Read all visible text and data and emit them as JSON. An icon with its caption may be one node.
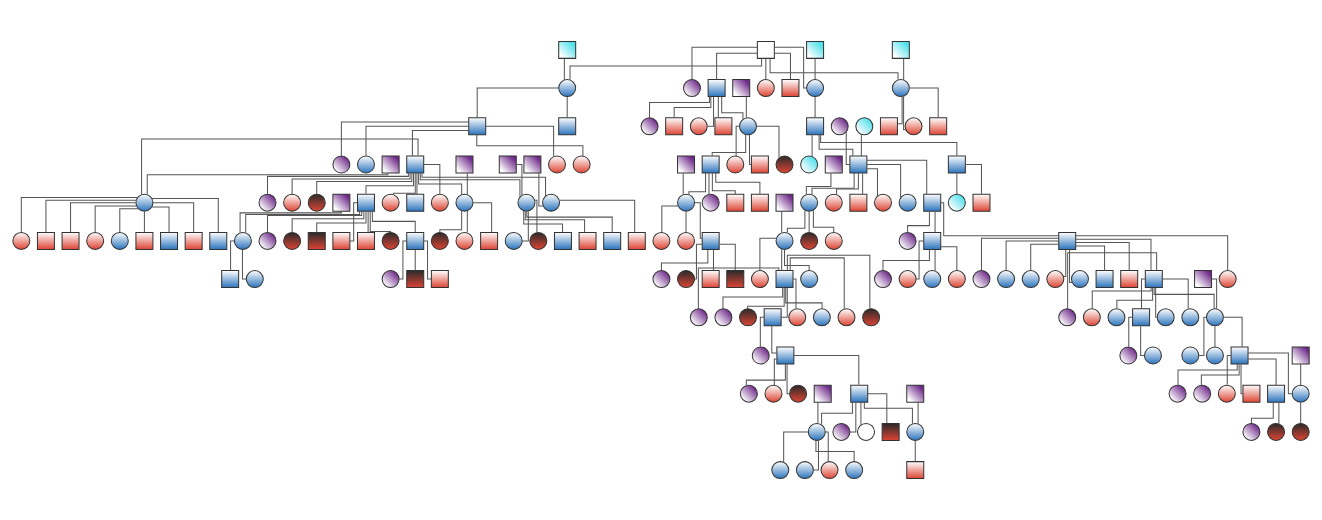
{
  "diagram": {
    "nodes": [
      {
        "text": [],
        "shape": "box"
      },
      {
        "text": [],
        "shape": "circle"
      },
      {
        "text": [],
        "shape": "box"
      },
      {
        "text": [],
        "shape": "circle"
      },
      {
        "text": [],
        "shape": "box"
      },
      {
        "text": [],
        "shape": "circle"
      },
      {
        "text": [],
        "shape": "circle"
      },
      {
        "text": [],
        "shape": "box"
      },
      {
        "text": [],
        "shape": "circle"
      },
      {
        "text": [],
        "shape": "box"
      },
      {
        "text": [],
        "shape": "circle"
      },
      {
        "text": [],
        "shape": "box"
      },
      {
        "text": [],
        "shape": "box"
      },
      {
        "text": [],
        "shape": "circle"
      },
      {
        "text": [],
        "shape": "box"
      },
      {
        "text": [],
        "shape": "box"
      },
      {
        "text": [],
        "shape": "box"
      },
      {
        "text": [],
        "shape": "circle"
      },
      {
        "text": [],
        "shape": "circle"
      },
      {
        "text": [],
        "shape": "box"
      },
      {
        "text": [],
        "shape": "box"
      },
      {
        "text": [],
        "shape": "circle"
      },
      {
        "text": [],
        "shape": "box"
      },
      {
        "text": [],
        "shape": "circle"
      },
      {
        "text": [],
        "shape": "box"
      },
      {
        "text": [],
        "shape": "circle"
      },
      {
        "text": [],
        "shape": "box"
      },
      {
        "text": [],
        "shape": "circle"
      },
      {
        "text": [],
        "shape": "circle"
      },
      {
        "text": [],
        "shape": "circle"
      },
      {
        "text": [],
        "shape": "box"
      },
      {
        "text": [],
        "shape": "circle"
      },
      {
        "text": [],
        "shape": "circle"
      },
      {
        "text": [],
        "shape": "box"
      },
      {
        "text": [],
        "shape": "circle"
      },
      {
        "text": [],
        "shape": "circle"
      },
      {
        "text": [],
        "shape": "circle"
      },
      {
        "text": [],
        "shape": "box"
      },
      {
        "text": [],
        "shape": "box"
      },
      {
        "text": [],
        "shape": "circle"
      },
      {
        "text": [],
        "shape": "circle"
      },
      {
        "text": [],
        "shape": "circle"
      },
      {
        "text": [],
        "shape": "box"
      },
      {
        "text": [],
        "shape": "circle"
      },
      {
        "text": [],
        "shape": "box"
      },
      {
        "text": [],
        "shape": "circle"
      },
      {
        "text": [],
        "shape": "circle"
      },
      {
        "text": [],
        "shape": "box"
      },
      {
        "text": [],
        "shape": "circle"
      },
      {
        "text": [],
        "shape": "box"
      },
      {
        "text": [],
        "shape": "circle"
      },
      {
        "text": [],
        "shape": "box"
      },
      {
        "text": [],
        "shape": "circle"
      },
      {
        "text": [],
        "shape": "box"
      },
      {
        "text": [],
        "shape": "circle"
      },
      {
        "text": [],
        "shape": "box"
      },
      {
        "text": [],
        "shape": "circle"
      },
      {
        "text": [],
        "shape": "box"
      },
      {
        "text": [],
        "shape": "box"
      },
      {
        "text": [],
        "shape": "box"
      },
      {
        "text": [],
        "shape": "circle"
      },
      {
        "text": [],
        "shape": "circle"
      },
      {
        "text": [],
        "shape": "box"
      },
      {
        "text": [],
        "shape": "circle"
      },
      {
        "text": [],
        "shape": "circle"
      },
      {
        "text": [],
        "shape": "box"
      },
      {
        "text": [],
        "shape": "circle"
      },
      {
        "text": [],
        "shape": "box"
      },
      {
        "text": [],
        "shape": "circle"
      },
      {
        "text": [],
        "shape": "box"
      },
      {
        "text": [],
        "shape": "box"
      },
      {
        "text": [],
        "shape": "circle"
      },
      {
        "text": [],
        "shape": "circle"
      },
      {
        "text": [],
        "shape": "box"
      },
      {
        "text": [],
        "shape": "box"
      },
      {
        "text": [],
        "shape": "box"
      },
      {
        "text": [],
        "shape": "box"
      },
      {
        "text": [],
        "shape": "box"
      },
      {
        "text": [],
        "shape": "circle"
      },
      {
        "text": [],
        "shape": "circle"
      },
      {
        "text": [],
        "shape": "box"
      },
      {
        "text": [],
        "shape": "box"
      },
      {
        "text": [],
        "shape": "box"
      },
      {
        "text": [],
        "shape": "circle"
      },
      {
        "text": [],
        "shape": "box"
      },
      {
        "text": [],
        "shape": "circle"
      },
      {
        "text": [],
        "shape": "circle"
      },
      {
        "text": [],
        "shape": "circle"
      },
      {
        "text": [],
        "shape": "box"
      },
      {
        "text": [],
        "shape": "circle"
      },
      {
        "text": [],
        "shape": "circle"
      },
      {
        "text": [],
        "shape": "box"
      },
      {
        "text": [],
        "shape": "box"
      },
      {
        "text": [],
        "shape": "box"
      },
      {
        "text": [],
        "shape": "box"
      },
      {
        "text": [],
        "shape": "circle"
      },
      {
        "text": [],
        "shape": "circle"
      },
      {
        "text": [],
        "shape": "box"
      },
      {
        "text": [],
        "shape": "circle"
      },
      {
        "text": [],
        "shape": "box"
      },
      {
        "text": [],
        "shape": "circle"
      },
      {
        "text": [],
        "shape": "circle"
      },
      {
        "text": [],
        "shape": "circle"
      },
      {
        "text": [],
        "shape": "box"
      },
      {
        "text": [],
        "shape": "circle"
      },
      {
        "text": [],
        "shape": "box"
      },
      {
        "text": [],
        "shape": "circle"
      },
      {
        "text": [],
        "shape": "box"
      },
      {
        "text": [],
        "shape": "circle"
      },
      {
        "text": [],
        "shape": "box"
      },
      {
        "text": [],
        "shape": "box"
      },
      {
        "text": [],
        "shape": "circle"
      },
      {
        "text": [],
        "shape": "box"
      },
      {
        "text": [],
        "shape": "box"
      },
      {
        "text": [],
        "shape": "circle"
      },
      {
        "text": [],
        "shape": "box"
      },
      {
        "text": [],
        "shape": "circle"
      },
      {
        "text": [],
        "shape": "circle"
      },
      {
        "text": [],
        "shape": "circle"
      },
      {
        "text": [],
        "shape": "circle"
      },
      {
        "text": [],
        "shape": "circle"
      },
      {
        "text": [],
        "shape": "circle"
      },
      {
        "text": [],
        "shape": "circle"
      },
      {
        "text": [],
        "shape": "circle"
      },
      {
        "text": [],
        "shape": "circle"
      },
      {
        "text": [],
        "shape": "circle"
      },
      {
        "text": [],
        "shape": "box"
      },
      {
        "text": [],
        "shape": "box"
      },
      {
        "text": [],
        "shape": "box"
      },
      {
        "text": [],
        "shape": "circle"
      },
      {
        "text": [],
        "shape": "circle"
      },
      {
        "text": [],
        "shape": "circle"
      },
      {
        "text": [],
        "shape": "box"
      },
      {
        "text": [],
        "shape": "circle"
      },
      {
        "text": [],
        "shape": "circle"
      },
      {
        "text": [],
        "shape": "circle"
      },
      {
        "text": [],
        "shape": "circle"
      },
      {
        "text": [],
        "shape": "circle"
      },
      {
        "text": [],
        "shape": "circle"
      },
      {
        "text": [],
        "shape": "circle"
      },
      {
        "text": [],
        "shape": "box"
      },
      {
        "text": [],
        "shape": "circle"
      },
      {
        "text": [],
        "shape": "box"
      },
      {
        "text": [],
        "shape": "circle"
      },
      {
        "text": [],
        "shape": "circle"
      },
      {
        "text": [],
        "shape": "circle"
      },
      {
        "text": [],
        "shape": "box"
      },
      {
        "text": [],
        "shape": "circle"
      },
      {
        "text": [],
        "shape": "circle"
      },
      {
        "text": [],
        "shape": "circle"
      },
      {
        "text": [],
        "shape": "circle"
      },
      {
        "text": [],
        "shape": "box"
      },
      {
        "text": [],
        "shape": "circle"
      },
      {
        "text": [],
        "shape": "circle"
      },
      {
        "text": [],
        "shape": "circle"
      },
      {
        "text": [],
        "shape": "circle"
      },
      {
        "text": [],
        "shape": "box"
      },
      {
        "text": [],
        "shape": "circle"
      },
      {
        "text": [],
        "shape": "circle"
      },
      {
        "text": [],
        "shape": "box"
      },
      {
        "text": [],
        "shape": "box"
      },
      {
        "text": [],
        "shape": "circle"
      },
      {
        "text": [],
        "shape": "box"
      },
      {
        "text": [],
        "shape": "circle"
      },
      {
        "text": [],
        "shape": "box"
      },
      {
        "text": [],
        "shape": "circle"
      },
      {
        "text": [],
        "shape": "box"
      },
      {
        "text": [],
        "shape": "circle"
      },
      {
        "text": [],
        "shape": "circle"
      },
      {
        "text": [],
        "shape": "box"
      },
      {
        "text": [],
        "shape": "circle"
      },
      {
        "text": [],
        "shape": "circle"
      },
      {
        "text": [],
        "shape": "circle"
      },
      {
        "text": [],
        "shape": "circle"
      },
      {
        "text": [],
        "shape": "circle"
      },
      {
        "text": [],
        "shape": "circle"
      },
      {
        "text": [],
        "shape": "box"
      }
    ],
    "edges": [
      {
        "from": 0,
        "to": 1,
        "arrow": "none"
      },
      {
        "from": 0,
        "to": 3,
        "arrow": "none"
      },
      {
        "from": 0,
        "to": 4,
        "arrow": "none"
      },
      {
        "from": 0,
        "to": 6,
        "arrow": "none"
      },
      {
        "from": 0,
        "to": 8,
        "arrow": "none"
      },
      {
        "from": 0,
        "to": 10,
        "arrow": "none"
      },
      {
        "from": 0,
        "to": 11,
        "arrow": "none"
      },
      {
        "from": 2,
        "to": 3,
        "arrow": "none"
      },
      {
        "from": 4,
        "to": 5,
        "arrow": "none"
      },
      {
        "from": 7,
        "to": 8,
        "arrow": "none"
      },
      {
        "from": 9,
        "to": 10,
        "arrow": "none"
      },
      {
        "from": 3,
        "to": 12,
        "arrow": "none"
      },
      {
        "from": 3,
        "to": 14,
        "arrow": "none"
      },
      {
        "from": 4,
        "to": 15,
        "arrow": "none"
      },
      {
        "from": 4,
        "to": 17,
        "arrow": "none"
      },
      {
        "from": 4,
        "to": 18,
        "arrow": "none"
      },
      {
        "from": 4,
        "to": 19,
        "arrow": "none"
      },
      {
        "from": 8,
        "to": 20,
        "arrow": "none"
      },
      {
        "from": 10,
        "to": 22,
        "arrow": "none"
      },
      {
        "from": 10,
        "to": 23,
        "arrow": "none"
      },
      {
        "from": 10,
        "to": 24,
        "arrow": "none"
      },
      {
        "from": 12,
        "to": 13,
        "arrow": "none"
      },
      {
        "from": 16,
        "to": 17,
        "arrow": "none"
      },
      {
        "from": 20,
        "to": 21,
        "arrow": "none"
      },
      {
        "from": 12,
        "to": 25,
        "arrow": "none"
      },
      {
        "from": 12,
        "to": 26,
        "arrow": "none"
      },
      {
        "from": 12,
        "to": 28,
        "arrow": "none"
      },
      {
        "from": 12,
        "to": 29,
        "arrow": "none"
      },
      {
        "from": 17,
        "to": 30,
        "arrow": "none"
      },
      {
        "from": 17,
        "to": 32,
        "arrow": "none"
      },
      {
        "from": 17,
        "to": 33,
        "arrow": "none"
      },
      {
        "from": 17,
        "to": 34,
        "arrow": "none"
      },
      {
        "from": 20,
        "to": 37,
        "arrow": "none"
      },
      {
        "from": 20,
        "to": 38,
        "arrow": "none"
      },
      {
        "from": 26,
        "to": 27,
        "arrow": "none"
      },
      {
        "from": 30,
        "to": 31,
        "arrow": "none"
      },
      {
        "from": 35,
        "to": 37,
        "arrow": "none"
      },
      {
        "from": 36,
        "to": 37,
        "arrow": "none"
      },
      {
        "from": 38,
        "to": 39,
        "arrow": "none"
      },
      {
        "from": 26,
        "to": 40,
        "arrow": "none"
      },
      {
        "from": 26,
        "to": 41,
        "arrow": "none"
      },
      {
        "from": 26,
        "to": 43,
        "arrow": "none"
      },
      {
        "from": 26,
        "to": 44,
        "arrow": "none"
      },
      {
        "from": 26,
        "to": 46,
        "arrow": "none"
      },
      {
        "from": 26,
        "to": 48,
        "arrow": "none"
      },
      {
        "from": 26,
        "to": 49,
        "arrow": "none"
      },
      {
        "from": 26,
        "to": 50,
        "arrow": "none"
      },
      {
        "from": 26,
        "to": 52,
        "arrow": "none"
      },
      {
        "from": 26,
        "to": 54,
        "arrow": "none"
      },
      {
        "from": 30,
        "to": 56,
        "arrow": "none"
      },
      {
        "from": 30,
        "to": 57,
        "arrow": "none"
      },
      {
        "from": 30,
        "to": 58,
        "arrow": "none"
      },
      {
        "from": 37,
        "to": 60,
        "arrow": "none"
      },
      {
        "from": 37,
        "to": 61,
        "arrow": "none"
      },
      {
        "from": 37,
        "to": 62,
        "arrow": "none"
      },
      {
        "from": 37,
        "to": 63,
        "arrow": "none"
      },
      {
        "from": 37,
        "to": 64,
        "arrow": "none"
      },
      {
        "from": 37,
        "to": 65,
        "arrow": "none"
      },
      {
        "from": 38,
        "to": 67,
        "arrow": "none"
      },
      {
        "from": 42,
        "to": 43,
        "arrow": "none"
      },
      {
        "from": 44,
        "to": 45,
        "arrow": "none"
      },
      {
        "from": 47,
        "to": 48,
        "arrow": "none"
      },
      {
        "from": 51,
        "to": 52,
        "arrow": "none"
      },
      {
        "from": 53,
        "to": 54,
        "arrow": "none"
      },
      {
        "from": 55,
        "to": 56,
        "arrow": "none"
      },
      {
        "from": 59,
        "to": 60,
        "arrow": "none"
      },
      {
        "from": 65,
        "to": 66,
        "arrow": "none"
      },
      {
        "from": 43,
        "to": 68,
        "arrow": "none"
      },
      {
        "from": 43,
        "to": 69,
        "arrow": "none"
      },
      {
        "from": 43,
        "to": 70,
        "arrow": "none"
      },
      {
        "from": 43,
        "to": 71,
        "arrow": "none"
      },
      {
        "from": 43,
        "to": 72,
        "arrow": "none"
      },
      {
        "from": 43,
        "to": 73,
        "arrow": "none"
      },
      {
        "from": 43,
        "to": 74,
        "arrow": "none"
      },
      {
        "from": 43,
        "to": 75,
        "arrow": "none"
      },
      {
        "from": 43,
        "to": 76,
        "arrow": "none"
      },
      {
        "from": 44,
        "to": 78,
        "arrow": "none"
      },
      {
        "from": 44,
        "to": 79,
        "arrow": "none"
      },
      {
        "from": 44,
        "to": 80,
        "arrow": "none"
      },
      {
        "from": 44,
        "to": 81,
        "arrow": "none"
      },
      {
        "from": 44,
        "to": 82,
        "arrow": "none"
      },
      {
        "from": 44,
        "to": 83,
        "arrow": "none"
      },
      {
        "from": 44,
        "to": 84,
        "arrow": "none"
      },
      {
        "from": 48,
        "to": 86,
        "arrow": "none"
      },
      {
        "from": 48,
        "to": 87,
        "arrow": "none"
      },
      {
        "from": 48,
        "to": 88,
        "arrow": "none"
      },
      {
        "from": 52,
        "to": 89,
        "arrow": "none"
      },
      {
        "from": 52,
        "to": 90,
        "arrow": "none"
      },
      {
        "from": 52,
        "to": 91,
        "arrow": "none"
      },
      {
        "from": 52,
        "to": 92,
        "arrow": "none"
      },
      {
        "from": 52,
        "to": 93,
        "arrow": "none"
      },
      {
        "from": 54,
        "to": 94,
        "arrow": "none"
      },
      {
        "from": 56,
        "to": 95,
        "arrow": "none"
      },
      {
        "from": 56,
        "to": 96,
        "arrow": "none"
      },
      {
        "from": 56,
        "to": 97,
        "arrow": "none"
      },
      {
        "from": 60,
        "to": 100,
        "arrow": "none"
      },
      {
        "from": 60,
        "to": 101,
        "arrow": "none"
      },
      {
        "from": 60,
        "to": 102,
        "arrow": "none"
      },
      {
        "from": 65,
        "to": 103,
        "arrow": "none"
      },
      {
        "from": 65,
        "to": 105,
        "arrow": "none"
      },
      {
        "from": 77,
        "to": 78,
        "arrow": "none"
      },
      {
        "from": 84,
        "to": 85,
        "arrow": "none"
      },
      {
        "from": 97,
        "to": 98,
        "arrow": "none"
      },
      {
        "from": 99,
        "to": 100,
        "arrow": "none"
      },
      {
        "from": 103,
        "to": 104,
        "arrow": "none"
      },
      {
        "from": 105,
        "to": 106,
        "arrow": "none"
      },
      {
        "from": 78,
        "to": 107,
        "arrow": "none"
      },
      {
        "from": 78,
        "to": 108,
        "arrow": "none"
      },
      {
        "from": 84,
        "to": 109,
        "arrow": "none"
      },
      {
        "from": 84,
        "to": 110,
        "arrow": "none"
      },
      {
        "from": 97,
        "to": 111,
        "arrow": "none"
      },
      {
        "from": 97,
        "to": 112,
        "arrow": "none"
      },
      {
        "from": 97,
        "to": 113,
        "arrow": "none"
      },
      {
        "from": 100,
        "to": 114,
        "arrow": "none"
      },
      {
        "from": 100,
        "to": 115,
        "arrow": "none"
      },
      {
        "from": 100,
        "to": 118,
        "arrow": "none"
      },
      {
        "from": 103,
        "to": 119,
        "arrow": "none"
      },
      {
        "from": 103,
        "to": 120,
        "arrow": "none"
      },
      {
        "from": 103,
        "to": 121,
        "arrow": "none"
      },
      {
        "from": 105,
        "to": 122,
        "arrow": "none"
      },
      {
        "from": 105,
        "to": 123,
        "arrow": "none"
      },
      {
        "from": 105,
        "to": 124,
        "arrow": "none"
      },
      {
        "from": 105,
        "to": 125,
        "arrow": "none"
      },
      {
        "from": 105,
        "to": 126,
        "arrow": "none"
      },
      {
        "from": 105,
        "to": 127,
        "arrow": "none"
      },
      {
        "from": 105,
        "to": 128,
        "arrow": "none"
      },
      {
        "from": 105,
        "to": 130,
        "arrow": "none"
      },
      {
        "from": 115,
        "to": 116,
        "arrow": "none"
      },
      {
        "from": 115,
        "to": 117,
        "arrow": "none"
      },
      {
        "from": 128,
        "to": 129,
        "arrow": "none"
      },
      {
        "from": 115,
        "to": 131,
        "arrow": "none"
      },
      {
        "from": 115,
        "to": 132,
        "arrow": "none"
      },
      {
        "from": 115,
        "to": 134,
        "arrow": "none"
      },
      {
        "from": 115,
        "to": 135,
        "arrow": "none"
      },
      {
        "from": 115,
        "to": 136,
        "arrow": "none"
      },
      {
        "from": 115,
        "to": 137,
        "arrow": "none"
      },
      {
        "from": 128,
        "to": 138,
        "arrow": "none"
      },
      {
        "from": 128,
        "to": 139,
        "arrow": "none"
      },
      {
        "from": 128,
        "to": 140,
        "arrow": "none"
      },
      {
        "from": 128,
        "to": 143,
        "arrow": "none"
      },
      {
        "from": 128,
        "to": 144,
        "arrow": "none"
      },
      {
        "from": 128,
        "to": 145,
        "arrow": "none"
      },
      {
        "from": 132,
        "to": 133,
        "arrow": "none"
      },
      {
        "from": 140,
        "to": 141,
        "arrow": "none"
      },
      {
        "from": 142,
        "to": 143,
        "arrow": "none"
      },
      {
        "from": 132,
        "to": 146,
        "arrow": "none"
      },
      {
        "from": 140,
        "to": 148,
        "arrow": "none"
      },
      {
        "from": 143,
        "to": 149,
        "arrow": "none"
      },
      {
        "from": 143,
        "to": 150,
        "arrow": "none"
      },
      {
        "from": 143,
        "to": 151,
        "arrow": "none"
      },
      {
        "from": 146,
        "to": 147,
        "arrow": "none"
      },
      {
        "from": 151,
        "to": 152,
        "arrow": "none"
      },
      {
        "from": 151,
        "to": 153,
        "arrow": "none"
      },
      {
        "from": 146,
        "to": 154,
        "arrow": "none"
      },
      {
        "from": 146,
        "to": 155,
        "arrow": "none"
      },
      {
        "from": 146,
        "to": 156,
        "arrow": "none"
      },
      {
        "from": 151,
        "to": 158,
        "arrow": "none"
      },
      {
        "from": 151,
        "to": 159,
        "arrow": "none"
      },
      {
        "from": 151,
        "to": 160,
        "arrow": "none"
      },
      {
        "from": 151,
        "to": 163,
        "arrow": "none"
      },
      {
        "from": 156,
        "to": 157,
        "arrow": "none"
      },
      {
        "from": 160,
        "to": 161,
        "arrow": "none"
      },
      {
        "from": 162,
        "to": 163,
        "arrow": "none"
      },
      {
        "from": 156,
        "to": 165,
        "arrow": "none"
      },
      {
        "from": 156,
        "to": 167,
        "arrow": "none"
      },
      {
        "from": 156,
        "to": 168,
        "arrow": "none"
      },
      {
        "from": 156,
        "to": 169,
        "arrow": "none"
      },
      {
        "from": 160,
        "to": 170,
        "arrow": "none"
      },
      {
        "from": 163,
        "to": 171,
        "arrow": "none"
      },
      {
        "from": 164,
        "to": 165,
        "arrow": "none"
      },
      {
        "from": 166,
        "to": 167,
        "arrow": "none"
      },
      {
        "from": 165,
        "to": 172,
        "arrow": "none"
      },
      {
        "from": 165,
        "to": 173,
        "arrow": "none"
      },
      {
        "from": 165,
        "to": 174,
        "arrow": "none"
      },
      {
        "from": 165,
        "to": 175,
        "arrow": "none"
      },
      {
        "from": 167,
        "to": 176,
        "arrow": "none"
      }
    ]
  }
}
